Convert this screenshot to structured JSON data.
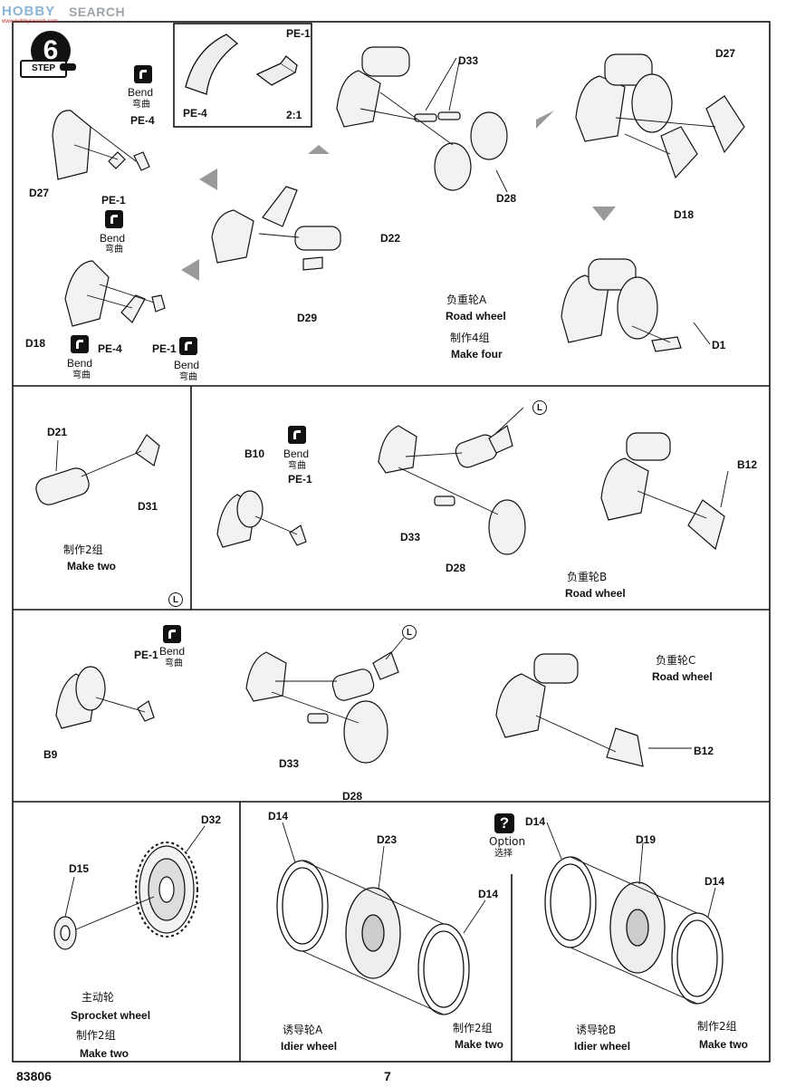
{
  "header": {
    "brand_logo_text": "HOBBY",
    "brand_search_text": "SEARCH",
    "brand_sub": "www.hobbysearch.com"
  },
  "step": {
    "number": "6",
    "label": "STEP"
  },
  "icons": {
    "bend_en": "Bend",
    "bend_cn": "弯曲",
    "option_en": "Option",
    "option_cn": "选择",
    "lock_symbol": "L"
  },
  "inset": {
    "part": "PE-1",
    "part2": "PE-4",
    "scale": "2:1"
  },
  "section1": {
    "parts": {
      "pe4": "PE-4",
      "pe1": "PE-1",
      "d27": "D27",
      "d18": "D18",
      "d29": "D29",
      "d22": "D22",
      "d33": "D33",
      "d28": "D28",
      "d27b": "D27",
      "d18b": "D18",
      "d1": "D1"
    },
    "title_cn": "负重轮A",
    "title_en": "Road  wheel",
    "make_cn": "制作4组",
    "make_en": "Make four"
  },
  "section2": {
    "parts": {
      "d21": "D21",
      "d31": "D31"
    },
    "make_cn": "制作2组",
    "make_en": "Make two"
  },
  "section3": {
    "parts": {
      "b10": "B10",
      "pe1": "PE-1",
      "d33": "D33",
      "d28": "D28",
      "b12": "B12"
    },
    "title_cn": "负重轮B",
    "title_en": "Road   wheel"
  },
  "section4": {
    "parts": {
      "pe1": "PE-1",
      "b9": "B9",
      "d33": "D33",
      "d28": "D28",
      "b12": "B12"
    },
    "title_cn": "负重轮C",
    "title_en": "Road  wheel"
  },
  "section5": {
    "parts": {
      "d32": "D32",
      "d15": "D15"
    },
    "title_cn": "主动轮",
    "title_en": "Sprocket wheel",
    "make_cn": "制作2组",
    "make_en": "Make two"
  },
  "section6": {
    "parts": {
      "d14a": "D14",
      "d23": "D23",
      "d14b": "D14"
    },
    "title_cn": "诱导轮A",
    "title_en": "Idier  wheel",
    "make_cn": "制作2组",
    "make_en": "Make two"
  },
  "section7": {
    "parts": {
      "d14a": "D14",
      "d19": "D19",
      "d14b": "D14"
    },
    "title_cn": "诱导轮B",
    "title_en": "Idier  wheel",
    "make_cn": "制作2组",
    "make_en": "Make two"
  },
  "footer": {
    "kit_number": "83806",
    "page_number": "7"
  }
}
